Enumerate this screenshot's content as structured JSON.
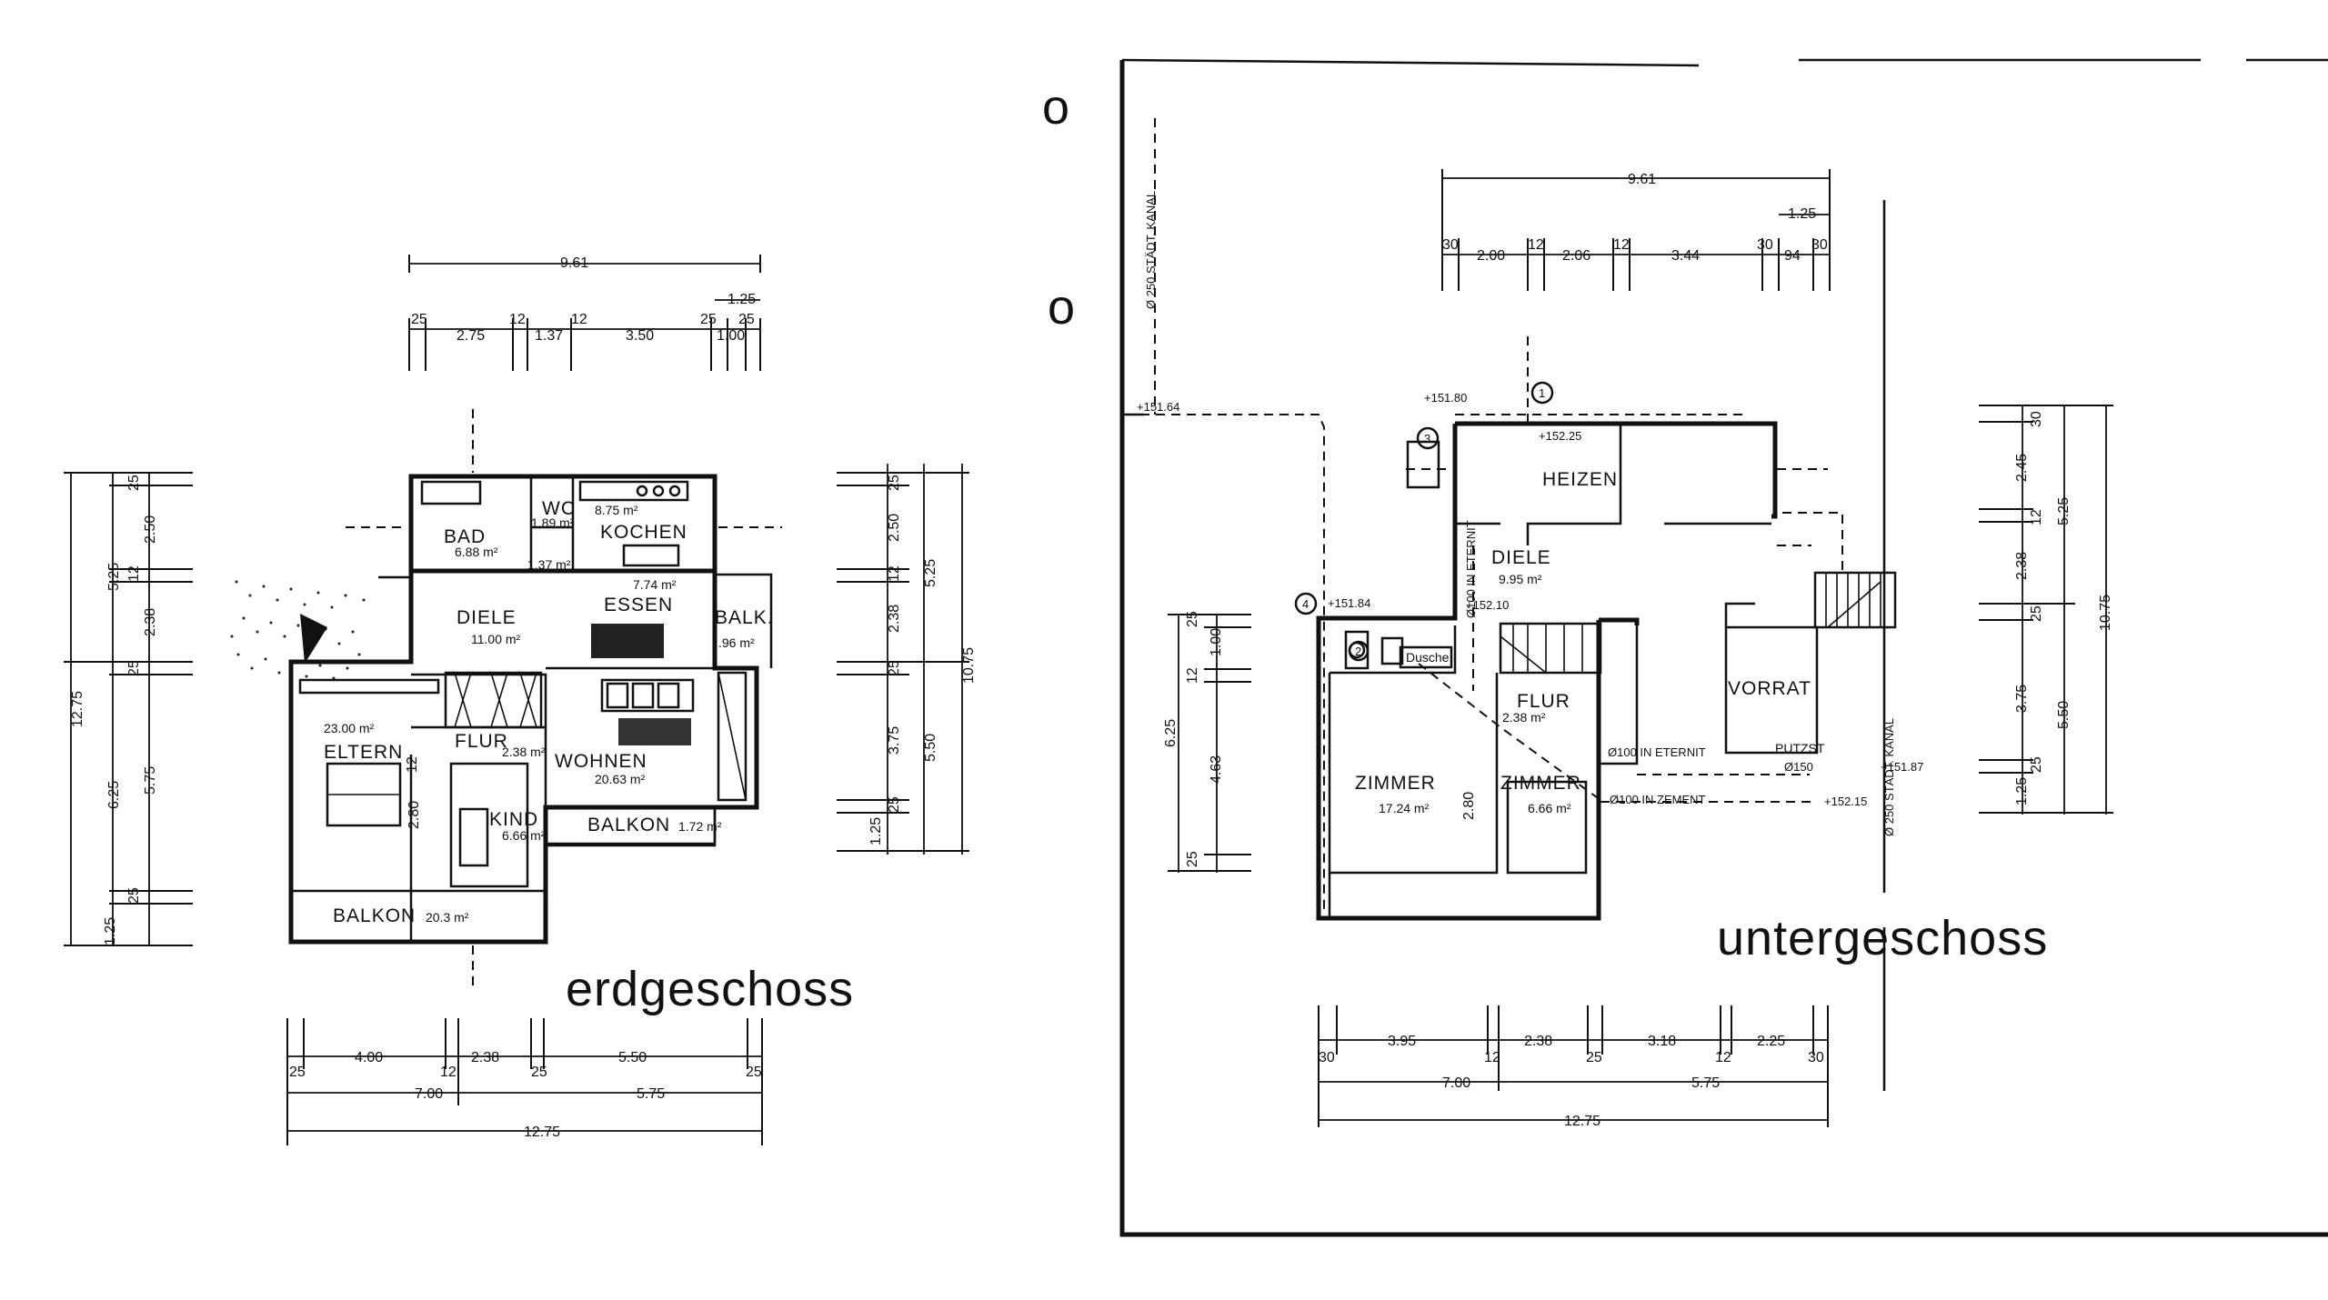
{
  "titles": {
    "ground": "erdgeschoss",
    "basement": "untergeschoss"
  },
  "ground": {
    "rooms": {
      "bad": "BAD",
      "bad_area": "6.88 m²",
      "wc": "WC",
      "wc_area": "1.89 m²",
      "kochen": "KOCHEN",
      "kochen_area": "8.75 m²",
      "small_area": "1.37 m²",
      "diele": "DIELE",
      "diele_area": "11.00 m²",
      "essen": "ESSEN",
      "essen_area": "7.74 m²",
      "balk": "BALK.",
      "balk_area": ".96 m²",
      "eltern": "ELTERN",
      "eltern_area": "23.00 m²",
      "flur": "FLUR",
      "flur_area": "2.38 m²",
      "wohnen": "WOHNEN",
      "wohnen_area": "20.63 m²",
      "kind": "KIND",
      "kind_area": "6.66 m²",
      "balkon1": "BALKON",
      "balkon1_area": "1.72 m²",
      "balkon2": "BALKON",
      "balkon2_area": "20.3 m²"
    },
    "dims": {
      "top_total": "9.61",
      "top_125": "1.25",
      "top_25a": "25",
      "top_275": "2.75",
      "top_12a": "12",
      "top_137": "1.37",
      "top_12b": "12",
      "top_350": "3.50",
      "top_25b": "25",
      "top_25c": "25",
      "top_100": "1.00",
      "left_total": "12.75",
      "left_525": "5.25",
      "left_625": "6.25",
      "left_25a": "25",
      "left_250": "2.50",
      "left_12": "12",
      "left_238": "2.38",
      "left_25b": "25",
      "left_575": "5.75",
      "left_25c": "25",
      "left_125": "1.25",
      "right_25": "25",
      "right_250": "2.50",
      "right_12": "12",
      "right_238": "2.38",
      "right_25b": "25",
      "right_375": "3.75",
      "right_125": "1.25",
      "right_25c": "25",
      "right_525": "5.25",
      "right_550": "5.50",
      "right_1075": "10.75",
      "inner_280": "2.80",
      "inner_12": "12",
      "bot_25a": "25",
      "bot_400": "4.00",
      "bot_12": "12",
      "bot_238": "2.38",
      "bot_25b": "25",
      "bot_550": "5.50",
      "bot_25c": "25",
      "bot_700": "7.00",
      "bot_575": "5.75",
      "bot_1275": "12.75"
    }
  },
  "basement": {
    "rooms": {
      "heizen": "HEIZEN",
      "diele": "DIELE",
      "diele_area": "9.95 m²",
      "vorrat": "VORRAT",
      "flur": "FLUR",
      "flur_area": "2.38 m²",
      "zimmer1": "ZIMMER",
      "zimmer1_area": "17.24 m²",
      "zimmer2": "ZIMMER",
      "zimmer2_area": "6.66 m²",
      "dusche": "Dusche",
      "putzst": "PUTZST"
    },
    "notes": {
      "kanal_left": "Ø 250 STÄDT. KANAL",
      "kanal_right": "Ø 250 STÄDT. KANAL",
      "eternit_v": "Ø100 IN ETERNIT",
      "eternit_h": "Ø100 IN ETERNIT",
      "zement": "Ø100 IN ZEMENT",
      "o150": "Ø150",
      "lv_15164": "+151.64",
      "lv_15180": "+151.80",
      "lv_15225": "+152.25",
      "lv_15184": "+151.84",
      "lv_15210": "+152.10",
      "lv_15187": "+151.87",
      "lv_15215": "+152.15",
      "c1": "1",
      "c2": "2",
      "c3": "3",
      "c4": "4"
    },
    "dims": {
      "top_total": "9.61",
      "top_125": "1.25",
      "top_30a": "30",
      "top_200": "2.00",
      "top_12a": "12",
      "top_206": "2.06",
      "top_12b": "12",
      "top_344": "3.44",
      "top_30b": "30",
      "top_94": "94",
      "top_30c": "30",
      "left_25": "25",
      "left_100": "1.00",
      "left_12": "12",
      "left_625": "6.25",
      "left_463": "4.63",
      "left_25b": "25",
      "inner_280": "2.80",
      "right_30": "30",
      "right_245": "2.45",
      "right_12": "12",
      "right_238": "2.38",
      "right_25": "25",
      "right_375": "3.75",
      "right_125": "1.25",
      "right_25b": "25",
      "right_525": "5.25",
      "right_550": "5.50",
      "right_1075": "10.75",
      "bot_30a": "30",
      "bot_395": "3.95",
      "bot_12a": "12",
      "bot_238": "2.38",
      "bot_25": "25",
      "bot_318": "3.18",
      "bot_12b": "12",
      "bot_225": "2.25",
      "bot_30b": "30",
      "bot_700": "7.00",
      "bot_575": "5.75",
      "bot_1275": "12.75"
    }
  },
  "markers": {
    "o_top": "o",
    "o_bottom": "o"
  }
}
